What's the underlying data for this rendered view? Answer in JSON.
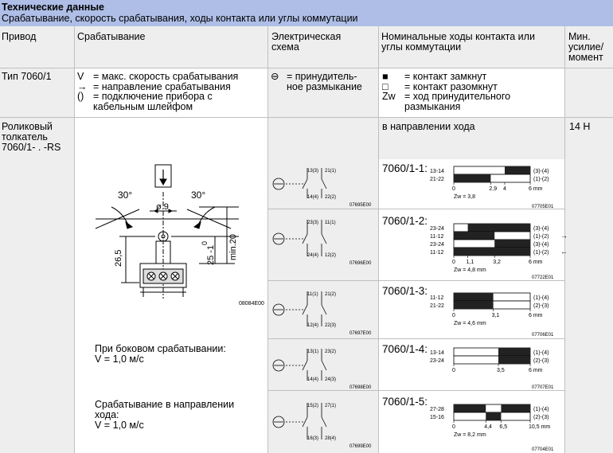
{
  "header": {
    "title": "Технические данные",
    "subtitle": "Срабатывание, скорость срабатывания, ходы контакта или углы коммутации"
  },
  "columns": {
    "drive": "Привод",
    "actuation": "Срабатывание",
    "schema": "Электрическая\nсхема",
    "travel": "Номинальные ходы контакта или\nуглы коммутации",
    "force": "Мин.\nусилие/\nмомент"
  },
  "legend_row": {
    "drive": "Тип 7060/1",
    "actuation_items": [
      {
        "sym": "V",
        "text": "= макс. скорость срабатывания"
      },
      {
        "sym": "→",
        "text": "= направление срабатывания"
      },
      {
        "sym": "()",
        "text": "= подключение прибора с кабельным шлейфом"
      }
    ],
    "schema_sym": "⊖",
    "schema_text": "= принудитель-\nное размыкание",
    "travel_items": [
      {
        "sym": "■",
        "text": "= контакт замкнут"
      },
      {
        "sym": "□",
        "text": "= контакт разомкнут"
      },
      {
        "sym": "Zw",
        "text": "= ход принудительного размыкания"
      }
    ]
  },
  "product": {
    "drive": "Роликовый\nтолкатель\n7060/1- . -RS",
    "direction": "в направлении хода",
    "force": "14 Н"
  },
  "drawing": {
    "code": "08084E00",
    "angle_left": "30°",
    "angle_right": "30°",
    "diameter": "ø 9",
    "dim_a": "26,5",
    "dim_b": "25 -1",
    "dim_b_sup": "0",
    "dim_c": "min.20"
  },
  "notes": [
    {
      "title": "При боковом срабатывании:",
      "value": "V = 1,0 м/с"
    },
    {
      "title": "Срабатывание в направлении хода:",
      "value": "V = 1,0 м/с"
    }
  ],
  "variants": [
    {
      "name": "7060/1-1:",
      "schema_code": "07695E00",
      "graph_code": "07705E01",
      "pins": [
        "13(3)",
        "21(1)",
        "14(4)",
        "22(2)"
      ],
      "rows": [
        {
          "label": "13-14",
          "right": "(3)-(4)",
          "segs": [
            [
              4,
              6
            ]
          ]
        },
        {
          "label": "21-22",
          "right": "(1)-(2)",
          "segs": [
            [
              0,
              2.9
            ]
          ]
        }
      ],
      "ticks": [
        "0",
        "2,9",
        "4",
        "6 mm"
      ],
      "tickvals": [
        0,
        2.9,
        4,
        6
      ],
      "max": 6,
      "zw": "Zw = 3,8"
    },
    {
      "name": "7060/1-2:",
      "schema_code": "07696E00",
      "graph_code": "07722E01",
      "pins": [
        "23(3)",
        "11(1)",
        "24(4)",
        "12(2)"
      ],
      "rows": [
        {
          "label": "23-24",
          "right": "(3)-(4)",
          "segs": [
            [
              1.1,
              6
            ]
          ]
        },
        {
          "label": "11-12",
          "right": "(1)-(2)",
          "segs": [
            [
              0,
              3.2
            ]
          ]
        },
        {
          "label": "23-24",
          "right": "(3)-(4)",
          "segs": [
            [
              3.2,
              6
            ]
          ]
        },
        {
          "label": "11-12",
          "right": "(1)-(2)",
          "segs": [
            [
              0,
              6
            ]
          ]
        }
      ],
      "ticks": [
        "0",
        "1,1",
        "3,2",
        "6 mm"
      ],
      "tickvals": [
        0,
        1.1,
        3.2,
        6
      ],
      "max": 6,
      "zw": "Zw = 4,8 mm",
      "arrows": true
    },
    {
      "name": "7060/1-3:",
      "schema_code": "07697E00",
      "graph_code": "07706E01",
      "pins": [
        "11(1)",
        "21(2)",
        "12(4)",
        "22(3)"
      ],
      "rows": [
        {
          "label": "11-12",
          "right": "(1)-(4)",
          "segs": [
            [
              0,
              3.1
            ]
          ]
        },
        {
          "label": "21-22",
          "right": "(2)-(3)",
          "segs": [
            [
              0,
              3.1
            ]
          ]
        }
      ],
      "ticks": [
        "0",
        "3,1",
        "6 mm"
      ],
      "tickvals": [
        0,
        3.1,
        6
      ],
      "max": 6,
      "zw": "Zw = 4,6 mm"
    },
    {
      "name": "7060/1-4:",
      "schema_code": "07698E00",
      "graph_code": "07707E01",
      "pins": [
        "13(1)",
        "23(2)",
        "14(4)",
        "24(3)"
      ],
      "rows": [
        {
          "label": "13-14",
          "right": "(1)-(4)",
          "segs": [
            [
              3.5,
              6
            ]
          ]
        },
        {
          "label": "23-24",
          "right": "(2)-(3)",
          "segs": [
            [
              3.5,
              6
            ]
          ]
        }
      ],
      "ticks": [
        "0",
        "3,5",
        "6 mm"
      ],
      "tickvals": [
        0,
        3.5,
        6
      ],
      "max": 6,
      "zw": ""
    },
    {
      "name": "7060/1-5:",
      "schema_code": "07699E00",
      "graph_code": "07704E01",
      "pins": [
        "15(2)",
        "27(1)",
        "16(3)",
        "28(4)"
      ],
      "rows": [
        {
          "label": "27-28",
          "right": "(1)-(4)",
          "segs": [
            [
              0,
              4.4
            ],
            [
              6.5,
              10.5
            ]
          ]
        },
        {
          "label": "15-16",
          "right": "(2)-(3)",
          "segs": [
            [
              4.4,
              6.5
            ]
          ]
        }
      ],
      "ticks": [
        "0",
        "4,4",
        "6,5",
        "10,5 mm"
      ],
      "tickvals": [
        0,
        4.4,
        6.5,
        10.5
      ],
      "max": 10.5,
      "zw": "Zw = 8,2 mm"
    }
  ]
}
